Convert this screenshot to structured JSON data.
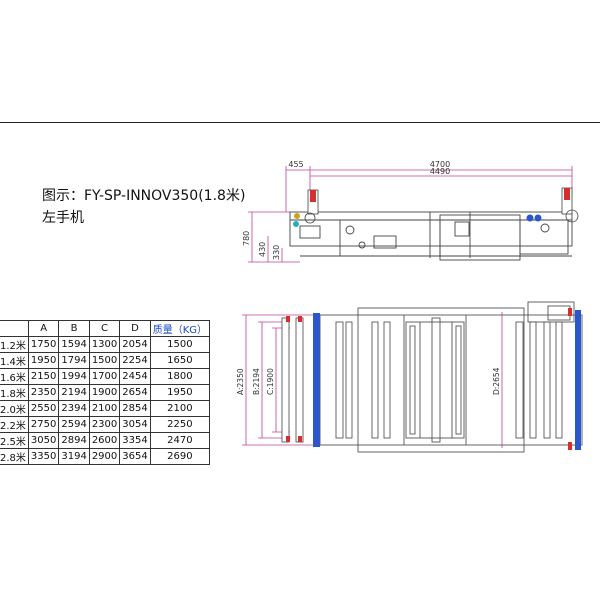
{
  "title": {
    "line1": "图示：FY-SP-INNOV350(1.8米)",
    "line2": "左手机"
  },
  "side_view": {
    "dims": {
      "d455": "455",
      "d4700": "4700",
      "d4490": "4490",
      "d780": "780",
      "d430": "430",
      "d330": "330"
    }
  },
  "top_view": {
    "dims": {
      "a": "A:2350",
      "b": "B:2194",
      "c": "C:1900",
      "d": "D:2654"
    }
  },
  "spec_table": {
    "headers": [
      "",
      "A",
      "B",
      "C",
      "D",
      "质量（KG）"
    ],
    "rows": [
      [
        "1.2米",
        "1750",
        "1594",
        "1300",
        "2054",
        "1500"
      ],
      [
        "1.4米",
        "1950",
        "1794",
        "1500",
        "2254",
        "1650"
      ],
      [
        "1.6米",
        "2150",
        "1994",
        "1700",
        "2454",
        "1800"
      ],
      [
        "1.8米",
        "2350",
        "2194",
        "1900",
        "2654",
        "1950"
      ],
      [
        "2.0米",
        "2550",
        "2394",
        "2100",
        "2854",
        "2100"
      ],
      [
        "2.2米",
        "2750",
        "2594",
        "2300",
        "3054",
        "2250"
      ],
      [
        "2.5米",
        "3050",
        "2894",
        "2600",
        "3354",
        "2470"
      ],
      [
        "2.8米",
        "3350",
        "3194",
        "2900",
        "3654",
        "2690"
      ]
    ]
  },
  "colors": {
    "dimension": "#c0409a",
    "accent_red": "#d23030",
    "accent_blue": "#2a58c8",
    "accent_cyan": "#20b0c0",
    "kg_header": "#1a49c8"
  }
}
